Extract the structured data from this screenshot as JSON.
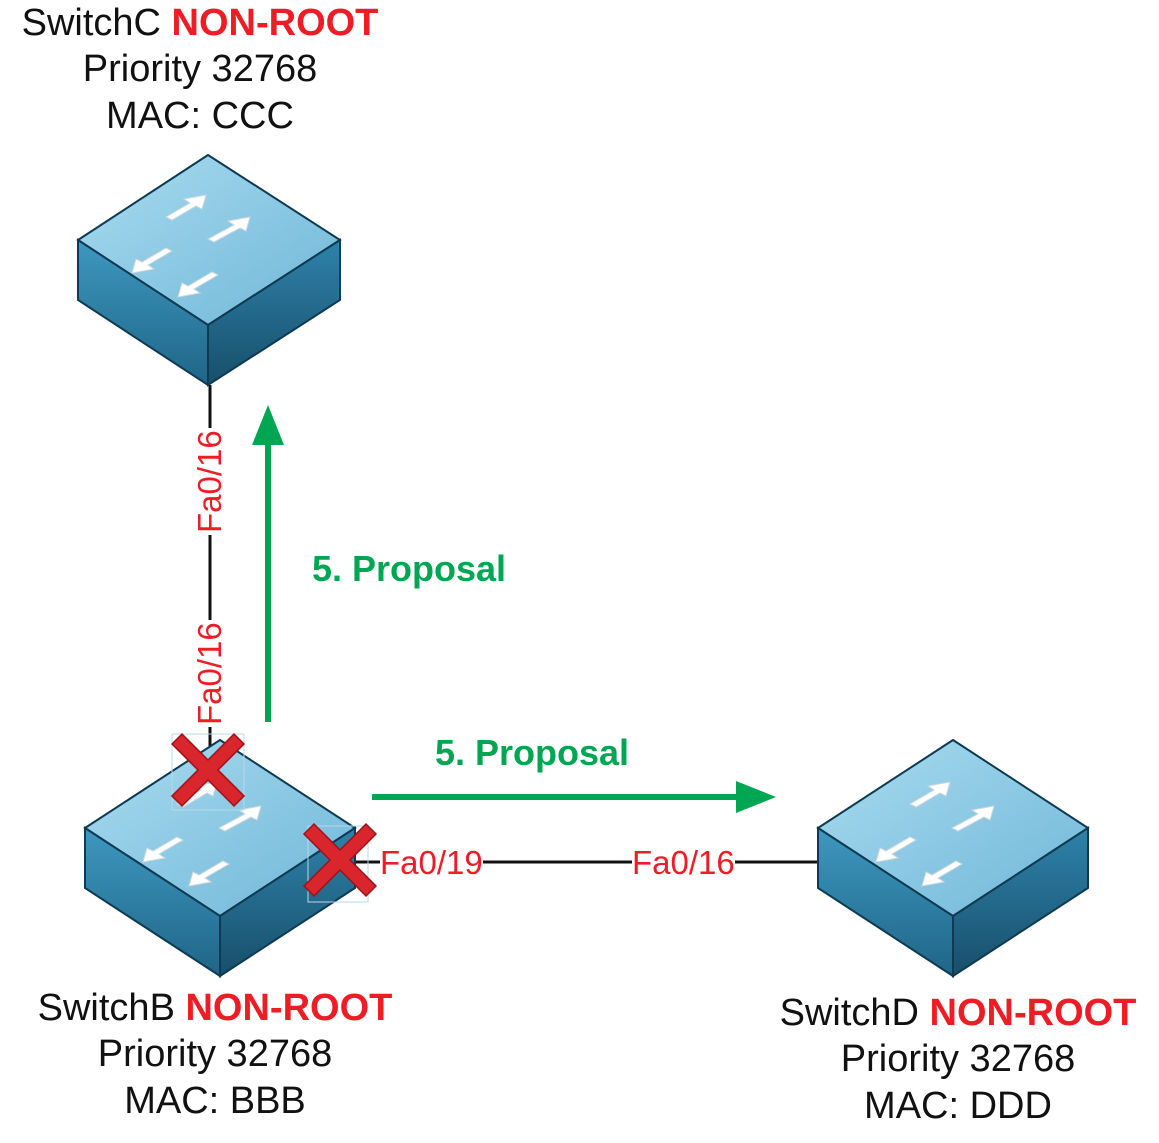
{
  "switches": [
    {
      "id": "c",
      "name": "SwitchC",
      "role": "NON-ROOT",
      "priority": "Priority 32768",
      "mac": "MAC: CCC"
    },
    {
      "id": "b",
      "name": "SwitchB",
      "role": "NON-ROOT",
      "priority": "Priority 32768",
      "mac": "MAC: BBB"
    },
    {
      "id": "d",
      "name": "SwitchD",
      "role": "NON-ROOT",
      "priority": "Priority 32768",
      "mac": "MAC: DDD"
    }
  ],
  "ports": {
    "c_fa0_16": "Fa0/16",
    "b_fa0_16": "Fa0/16",
    "b_fa0_19": "Fa0/19",
    "d_fa0_16": "Fa0/16"
  },
  "messages": {
    "up": "5. Proposal",
    "right": "5. Proposal"
  },
  "blocked_ports": [
    "SwitchB Fa0/16",
    "SwitchB Fa0/19"
  ],
  "icons": [
    "switch-icon",
    "blocked-port-x-icon"
  ],
  "colors": {
    "role_text": "#ee1c24",
    "port_text": "#ee1c24",
    "proposal_arrow": "#00a651",
    "block_x": "#d9252c",
    "switch_top": "#7ec2df",
    "switch_front": "#2e7fa6",
    "switch_side": "#3a95bd"
  }
}
